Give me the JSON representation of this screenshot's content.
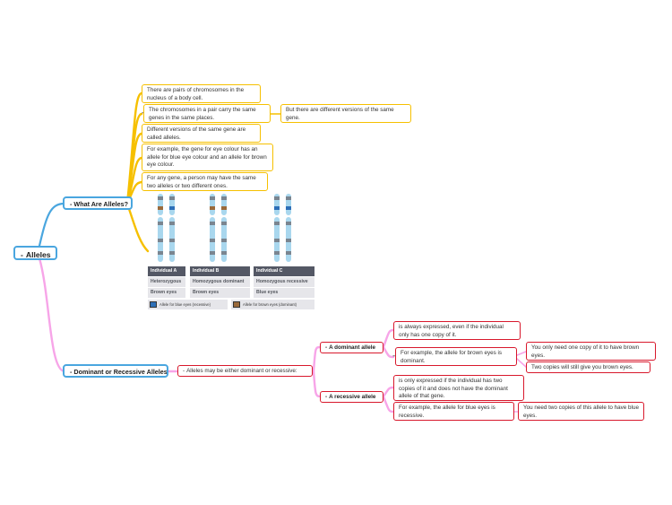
{
  "root": {
    "label": "Alleles"
  },
  "what": {
    "label": "What Are Alleles?",
    "points": [
      "There are pairs of chromosomes in the nucleus of a body cell.",
      "The chromosomes in a pair carry the same genes in the same places.",
      "Different versions of the same gene are called alleles.",
      "For example, the gene for eye colour has an allele for blue eye colour and an allele for brown eye colour.",
      "For any gene, a person may have the same two alleles or two different ones."
    ],
    "sub_point": "But there are different versions of the same gene."
  },
  "figure": {
    "individuals": [
      {
        "name": "Individual A",
        "type": "Heterozygous",
        "eyes": "Brown eyes"
      },
      {
        "name": "Individual B",
        "type": "Homozygous dominant",
        "eyes": "Brown eyes"
      },
      {
        "name": "Individual C",
        "type": "Homozygous recessive",
        "eyes": "Blue eyes"
      }
    ],
    "legend_blue": "Allele for blue eyes (recessive)",
    "legend_brown": "Allele for brown eyes (dominant)",
    "colors": {
      "blue_allele": "#2d6fb8",
      "brown_allele": "#9a6a3c",
      "chromosome": "#a9d7ee"
    }
  },
  "dom": {
    "label": "Dominant or Recessive Alleles",
    "intro": "Alleles may be either dominant or recessive:",
    "dominant": {
      "label": "A dominant allele",
      "points": [
        "is always expressed, even if the individual only has one copy of it.",
        "For example, the allele for brown eyes is dominant."
      ],
      "sub_points": [
        "You only need one copy of it to have brown eyes.",
        "Two copies will still give you brown eyes."
      ]
    },
    "recessive": {
      "label": "A recessive allele",
      "points": [
        "is only expressed if the individual has two copies of it and does not have the dominant allele of that gene.",
        "For example, the allele for blue eyes is recessive."
      ],
      "sub_points": [
        "You need two copies of this allele to have blue eyes."
      ]
    }
  },
  "colors": {
    "blue_branch": "#4aa6df",
    "yellow_branch": "#f6c000",
    "pink_branch": "#f7a5e8",
    "red_border": "#d8182c"
  }
}
